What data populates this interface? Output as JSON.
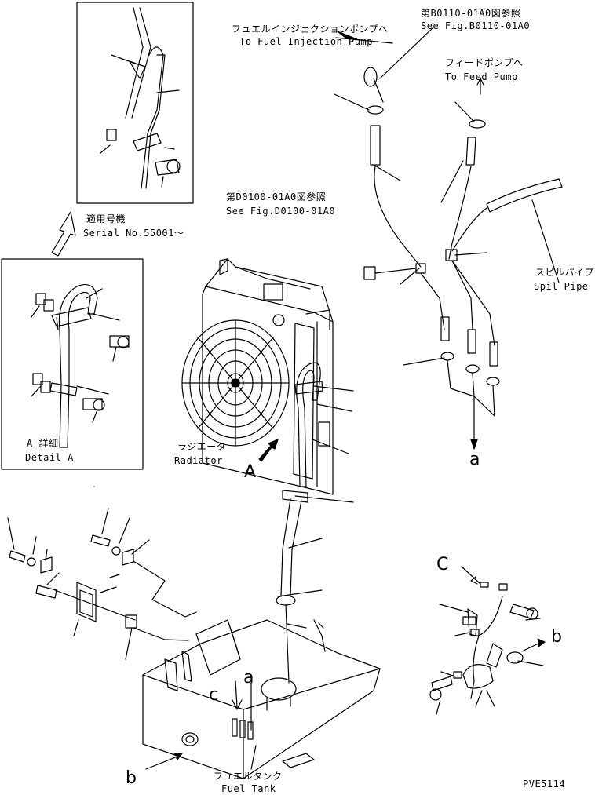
{
  "labels": {
    "see_b0110_jp": "第B0110-01A0図参照",
    "see_b0110_en": "See Fig.B0110-01A0",
    "to_injection_jp": "フュエルインジェクションポンプへ",
    "to_injection_en": "To Fuel Injection Pump",
    "to_feed_jp": "フィードポンプへ",
    "to_feed_en": "To Feed Pump",
    "see_d0100_jp": "第D0100-01A0図参照",
    "see_d0100_en": "See Fig.D0100-01A0",
    "serial_jp": "適用号機",
    "serial_en": "Serial No.55001～",
    "spill_jp": "スピルパイプ",
    "spill_en": "Spil Pipe",
    "radiator_jp": "ラジエータ",
    "radiator_en": "Radiator",
    "detail_jp": "A 詳細",
    "detail_en": "Detail A",
    "fuel_tank_jp": "フュエルタンク",
    "fuel_tank_en": "Fuel Tank",
    "code": "PVE5114"
  },
  "letters": {
    "A": "A",
    "a": "a",
    "b": "b",
    "c": "c",
    "C": "C"
  }
}
